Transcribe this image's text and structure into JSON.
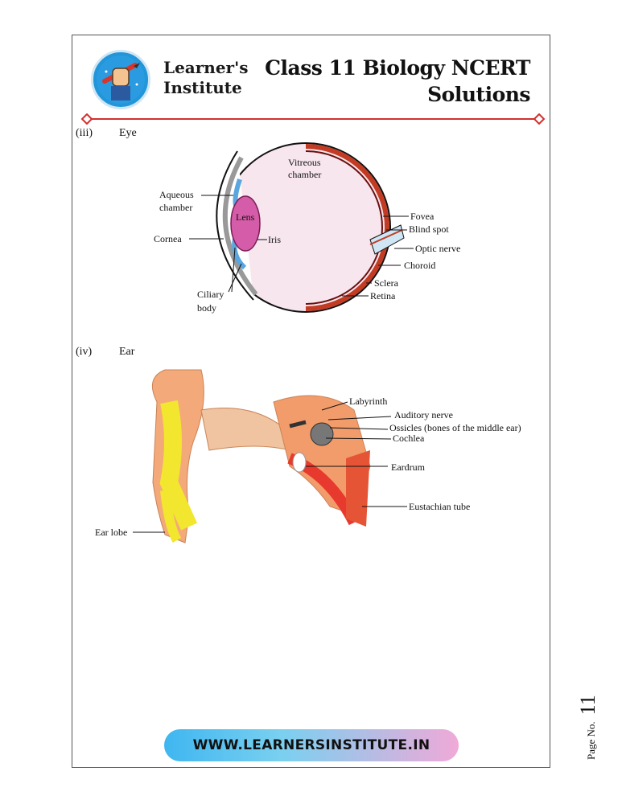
{
  "header": {
    "logo_line1": "Learner's",
    "logo_line2": "Institute",
    "title_line1": "Class 11 Biology NCERT",
    "title_line2": "Solutions"
  },
  "sections": [
    {
      "number": "(iii)",
      "title": "Eye"
    },
    {
      "number": "(iv)",
      "title": "Ear"
    }
  ],
  "eye_labels": {
    "vitreous_1": "Vitreous",
    "vitreous_2": "chamber",
    "aqueous_1": "Aqueous",
    "aqueous_2": "chamber",
    "lens": "Lens",
    "cornea": "Cornea",
    "iris": "Iris",
    "ciliary_1": "Ciliary",
    "ciliary_2": "body",
    "fovea": "Fovea",
    "blind_spot": "Blind spot",
    "optic_nerve": "Optic nerve",
    "choroid": "Choroid",
    "sclera": "Sclera",
    "retina": "Retina"
  },
  "ear_labels": {
    "labyrinth": "Labyrinth",
    "auditory_nerve": "Auditory nerve",
    "ossicles": "Ossicles (bones of the middle ear)",
    "cochlea": "Cochlea",
    "eardrum": "Eardrum",
    "eustachian_tube": "Eustachian tube",
    "ear_lobe": "Ear lobe"
  },
  "footer": {
    "website": "WWW.LEARNERSINSTITUTE.IN"
  },
  "page": {
    "label": "Page No.",
    "number": "11"
  },
  "colors": {
    "accent_red": "#d32f2f",
    "brand_blue": "#2196d9"
  }
}
